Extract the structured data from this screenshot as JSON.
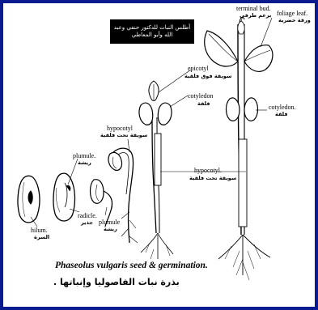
{
  "header": {
    "title_ar": "أطلس النبات للدكتور حنفي وعبد الله وأبو المعاطي"
  },
  "labels": {
    "terminal_bud_en": "terminal bud.",
    "terminal_bud_ar": "برعم طرفي",
    "foliage_leaf_en": "foliage leaf.",
    "foliage_leaf_ar": "ورقة خضرية",
    "epicotyl_en": "epicotyl",
    "epicotyl_ar": "سويقة فوق فلقية",
    "cotyledon_left_en": "cotyledon",
    "cotyledon_left_ar": "فلقة",
    "cotyledon_right_en": "cotyledon.",
    "cotyledon_right_ar": "فلقة",
    "hypocotyl_small_en": "hypocotyl",
    "hypocotyl_small_ar": "سويقة تحت فلقية",
    "hypocotyl_big_en": "hypocotyl.",
    "hypocotyl_big_ar": "سويقة تحت فلقية",
    "plumule_en": "plumule.",
    "plumule_ar": "ريشة",
    "radicle_en": "radicle.",
    "radicle_ar": "جذير",
    "plumule2_en": "plumule",
    "plumule2_ar": "ريشة",
    "hilum_en": "hilum.",
    "hilum_ar": "السرة"
  },
  "caption": {
    "en": "Phaseolus vulgaris seed & germination.",
    "ar": "بذرة نبات الفاصوليا وإنباتها ."
  },
  "colors": {
    "border": "#0a1b8f",
    "header_bg": "#000000",
    "ink": "#000000"
  }
}
